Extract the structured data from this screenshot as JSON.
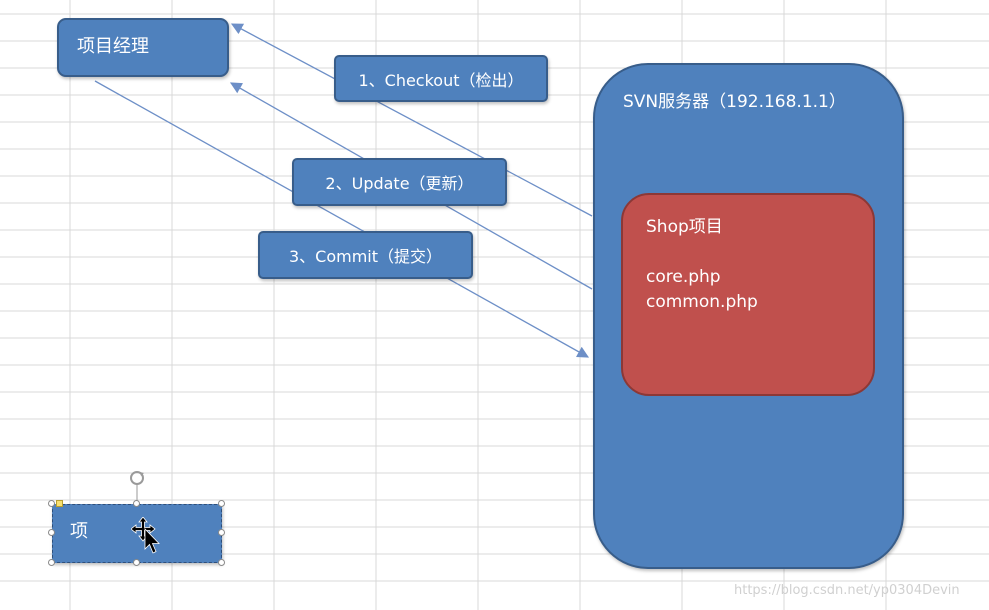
{
  "diagram": {
    "manager_label": "项目经理",
    "steps": [
      {
        "label": "1、Checkout（检出）"
      },
      {
        "label": "2、Update（更新）"
      },
      {
        "label": "3、Commit（提交）"
      }
    ],
    "server": {
      "title": "SVN服务器（192.168.1.1）",
      "project": {
        "title": "Shop项目",
        "files": [
          "core.php",
          "common.php"
        ]
      }
    },
    "editing_box_text": "项"
  },
  "watermark": "https://blog.csdn.net/yp0304Devin",
  "colors": {
    "box_blue": "#4f81bd",
    "project_red": "#c0504d",
    "arrow": "#6d8fc7"
  }
}
